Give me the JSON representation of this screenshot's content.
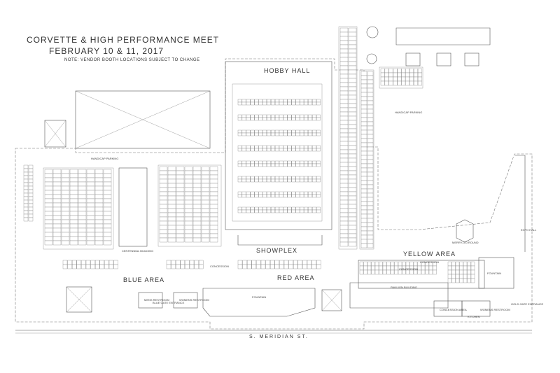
{
  "header": {
    "title_line1": "CORVETTE & HIGH PERFORMANCE MEET",
    "title_line2": "FEBRUARY 10 & 11, 2017",
    "note": "NOTE: VENDOR BOOTH LOCATIONS SUBJECT TO CHANGE"
  },
  "areas": {
    "hobby_hall": "HOBBY HALL",
    "showplex": "SHOWPLEX",
    "blue_area": "BLUE AREA",
    "red_area": "RED AREA",
    "yellow_area": "YELLOW AREA"
  },
  "buildings": {
    "centennial": "CENTENNIAL BUILDING",
    "pavilion": "PAVILION BUILDING",
    "concession_1": "CONCESSION",
    "concession_2": "CONCESSION",
    "concession_3": "CONCESSION",
    "concession_area": "CONCESSION AREA",
    "fountain_1": "FOUNTAIN",
    "fountain_2": "FOUNTAIN",
    "kitchen": "KITCHEN",
    "mens_restroom": "MENS RESTROOM",
    "womens_restroom": "WOMENS RESTROOM",
    "womens_restroom_2": "WOMENS RESTROOM",
    "blue_gate": "BLUE GATE ENTRANCE",
    "gold_gate": "GOLD GATE ENTRANCE",
    "handicap_parking_1": "HANDICAP PARKING",
    "handicap_parking_2": "HANDICAP PARKING",
    "merry_go_round": "MERRY-GO-ROUND",
    "expo_hall": "EXPO HALL"
  },
  "street": "S.      MERIDIAN      ST."
}
